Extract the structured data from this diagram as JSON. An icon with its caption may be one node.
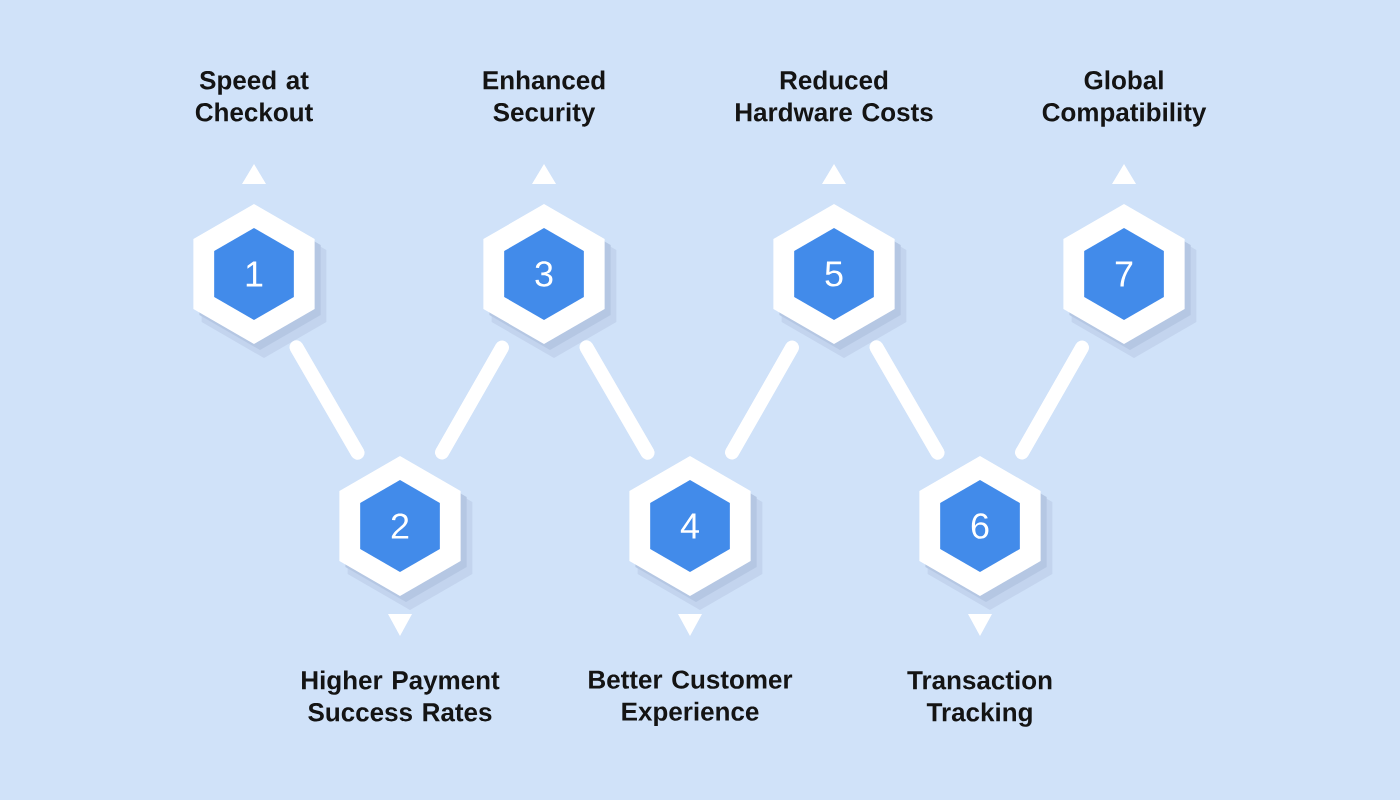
{
  "diagram": {
    "nodes": [
      {
        "text": [
          "1"
        ],
        "beside": [
          "Speed at Checkout"
        ]
      },
      {
        "text": [
          "2"
        ],
        "beside": [
          "Higher Payment Success Rates"
        ]
      },
      {
        "text": [
          "3"
        ],
        "beside": [
          "Enhanced Security"
        ]
      },
      {
        "text": [
          "4"
        ],
        "beside": [
          "Better Customer Experience"
        ]
      },
      {
        "text": [
          "5"
        ],
        "beside": [
          "Reduced Hardware Costs"
        ]
      },
      {
        "text": [
          "6"
        ],
        "beside": [
          "Transaction Tracking"
        ]
      },
      {
        "text": [
          "7"
        ],
        "beside": [
          "Global Compatibility"
        ]
      }
    ],
    "edges": [
      {
        "from": 0,
        "to": 1,
        "arrow": "none"
      },
      {
        "from": 1,
        "to": 2,
        "arrow": "none"
      },
      {
        "from": 2,
        "to": 3,
        "arrow": "none"
      },
      {
        "from": 3,
        "to": 4,
        "arrow": "none"
      },
      {
        "from": 4,
        "to": 5,
        "arrow": "none"
      },
      {
        "from": 5,
        "to": 6,
        "arrow": "none"
      }
    ]
  }
}
